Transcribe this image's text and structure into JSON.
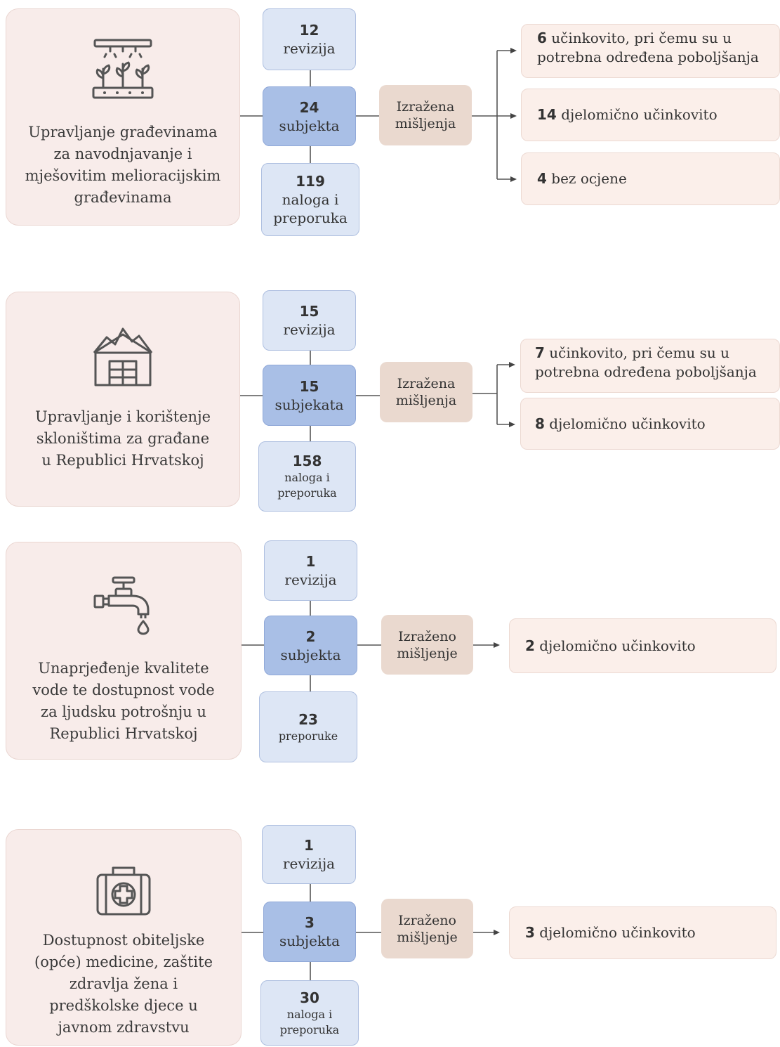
{
  "sections": [
    {
      "icon": "irrigation-plants-icon",
      "title_lines": [
        "Upravljanje građevinama",
        "za navodnjavanje i",
        "mješovitim melioracijskim",
        "građevinama"
      ],
      "audits": {
        "number": "12",
        "label": "revizija"
      },
      "subjects": {
        "number": "24",
        "label": "subjekta"
      },
      "orders": {
        "number": "119",
        "label_lines": [
          "naloga i",
          "preporuka"
        ]
      },
      "opinion_lines": [
        "Izražena",
        "mišljenja"
      ],
      "results": [
        {
          "number": "6",
          "text": " učinkovito, pri čemu su u",
          "text2": "potrebna određena poboljšanja"
        },
        {
          "number": "14",
          "text": " djelomično učinkovito"
        },
        {
          "number": "4",
          "text": " bez ocjene"
        }
      ]
    },
    {
      "icon": "shelter-building-icon",
      "title_lines": [
        "Upravljanje i korištenje",
        "skloništima za građane",
        "u Republici Hrvatskoj"
      ],
      "audits": {
        "number": "15",
        "label": "revizija"
      },
      "subjects": {
        "number": "15",
        "label": "subjekata"
      },
      "orders": {
        "number": "158",
        "label_lines": [
          "naloga i",
          "preporuka"
        ]
      },
      "opinion_lines": [
        "Izražena",
        "mišljenja"
      ],
      "results": [
        {
          "number": "7",
          "text": " učinkovito, pri čemu su u",
          "text2": "potrebna određena poboljšanja"
        },
        {
          "number": "8",
          "text": " djelomično učinkovito"
        }
      ]
    },
    {
      "icon": "water-tap-icon",
      "title_lines": [
        "Unaprjeđenje kvalitete",
        "vode te dostupnost vode",
        "za ljudsku potrošnju u",
        "Republici Hrvatskoj"
      ],
      "audits": {
        "number": "1",
        "label": "revizija"
      },
      "subjects": {
        "number": "2",
        "label": "subjekta"
      },
      "orders": {
        "number": "23",
        "label_lines": [
          "preporuke"
        ]
      },
      "opinion_lines": [
        "Izraženo",
        "mišljenje"
      ],
      "results": [
        {
          "number": "2",
          "text": " djelomično učinkovito"
        }
      ]
    },
    {
      "icon": "medical-kit-icon",
      "title_lines": [
        "Dostupnost obiteljske",
        "(opće) medicine, zaštite",
        "zdravlja žena i",
        "predškolske djece u",
        "javnom zdravstvu"
      ],
      "audits": {
        "number": "1",
        "label": "revizija"
      },
      "subjects": {
        "number": "3",
        "label": "subjekta"
      },
      "orders": {
        "number": "30",
        "label_lines": [
          "naloga i",
          "preporuka"
        ]
      },
      "opinion_lines": [
        "Izraženo",
        "mišljenje"
      ],
      "results": [
        {
          "number": "3",
          "text": " djelomično učinkovito"
        }
      ]
    }
  ]
}
